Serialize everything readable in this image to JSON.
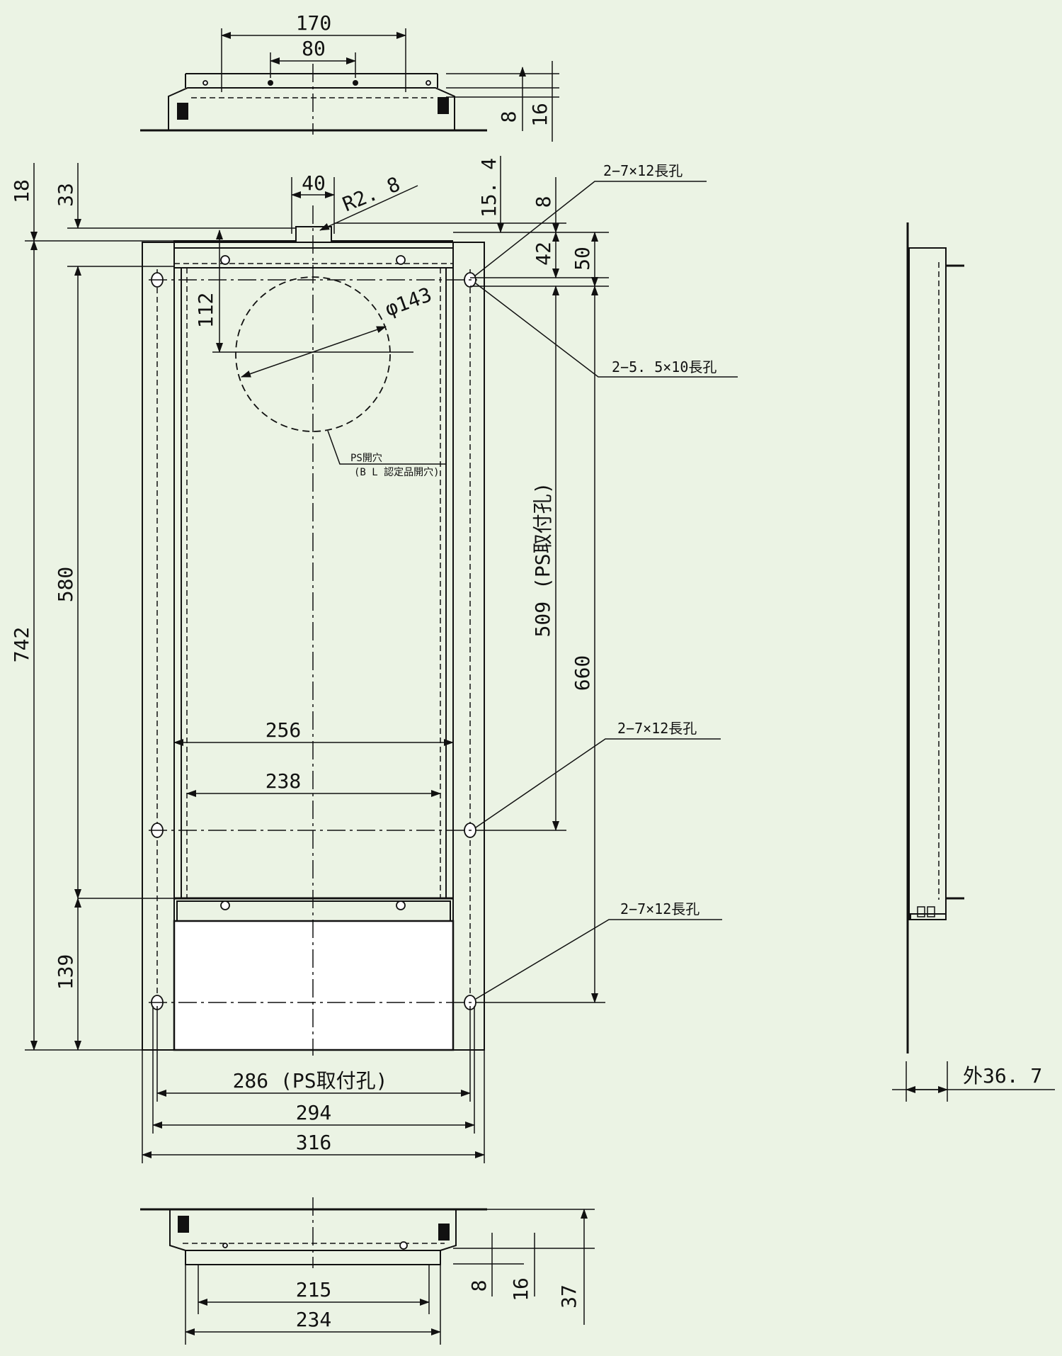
{
  "dimensions": {
    "top_170": "170",
    "top_80": "80",
    "top_8": "8",
    "top_16": "16",
    "left_18": "18",
    "left_33": "33",
    "w_40": "40",
    "r_2_8": "R2. 8",
    "h_15_4": "15. 4",
    "h_8": "8",
    "h_42": "42",
    "h_50": "50",
    "d_112": "112",
    "phi_143": "φ143",
    "h_742": "742",
    "h_580": "580",
    "h_509": "509 (PS取付孔)",
    "h_660": "660",
    "w_256": "256",
    "w_238": "238",
    "h_139": "139",
    "w_286": "286 (PS取付孔)",
    "w_294": "294",
    "w_316": "316",
    "bot_215": "215",
    "bot_234": "234",
    "bot_8": "8",
    "bot_16": "16",
    "bot_37": "37",
    "side_36_7": "外36. 7"
  },
  "callouts": {
    "slot_top": "2−7×12長孔",
    "slot_5_5": "2−5. 5×10長孔",
    "slot_mid": "2−7×12長孔",
    "slot_bottom": "2−7×12長孔",
    "ps_hole_1": "PS開穴",
    "ps_hole_2": "(B L 認定品開穴)"
  }
}
